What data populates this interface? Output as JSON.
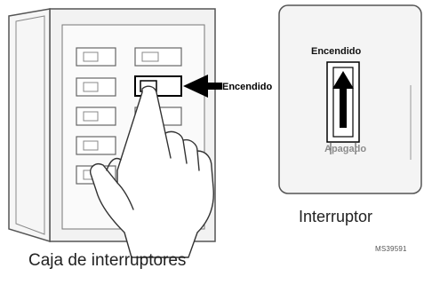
{
  "labels": {
    "on_callout": "Encendido",
    "on_detail": "Encendido",
    "off_detail": "Apagado",
    "switch_caption": "Interruptor",
    "box_caption": "Caja de interruptores",
    "figure_code": "MS39591"
  },
  "colors": {
    "line": "#555555",
    "fill_light": "#f2f2f2",
    "breaker_fill": "#ffffff",
    "arrow": "#000000",
    "off_text": "#8c8c8c"
  },
  "icons": {
    "pointing_hand": "hand-icon",
    "callout_arrow": "arrow-left-icon",
    "toggle_arrow": "arrow-up-icon"
  }
}
